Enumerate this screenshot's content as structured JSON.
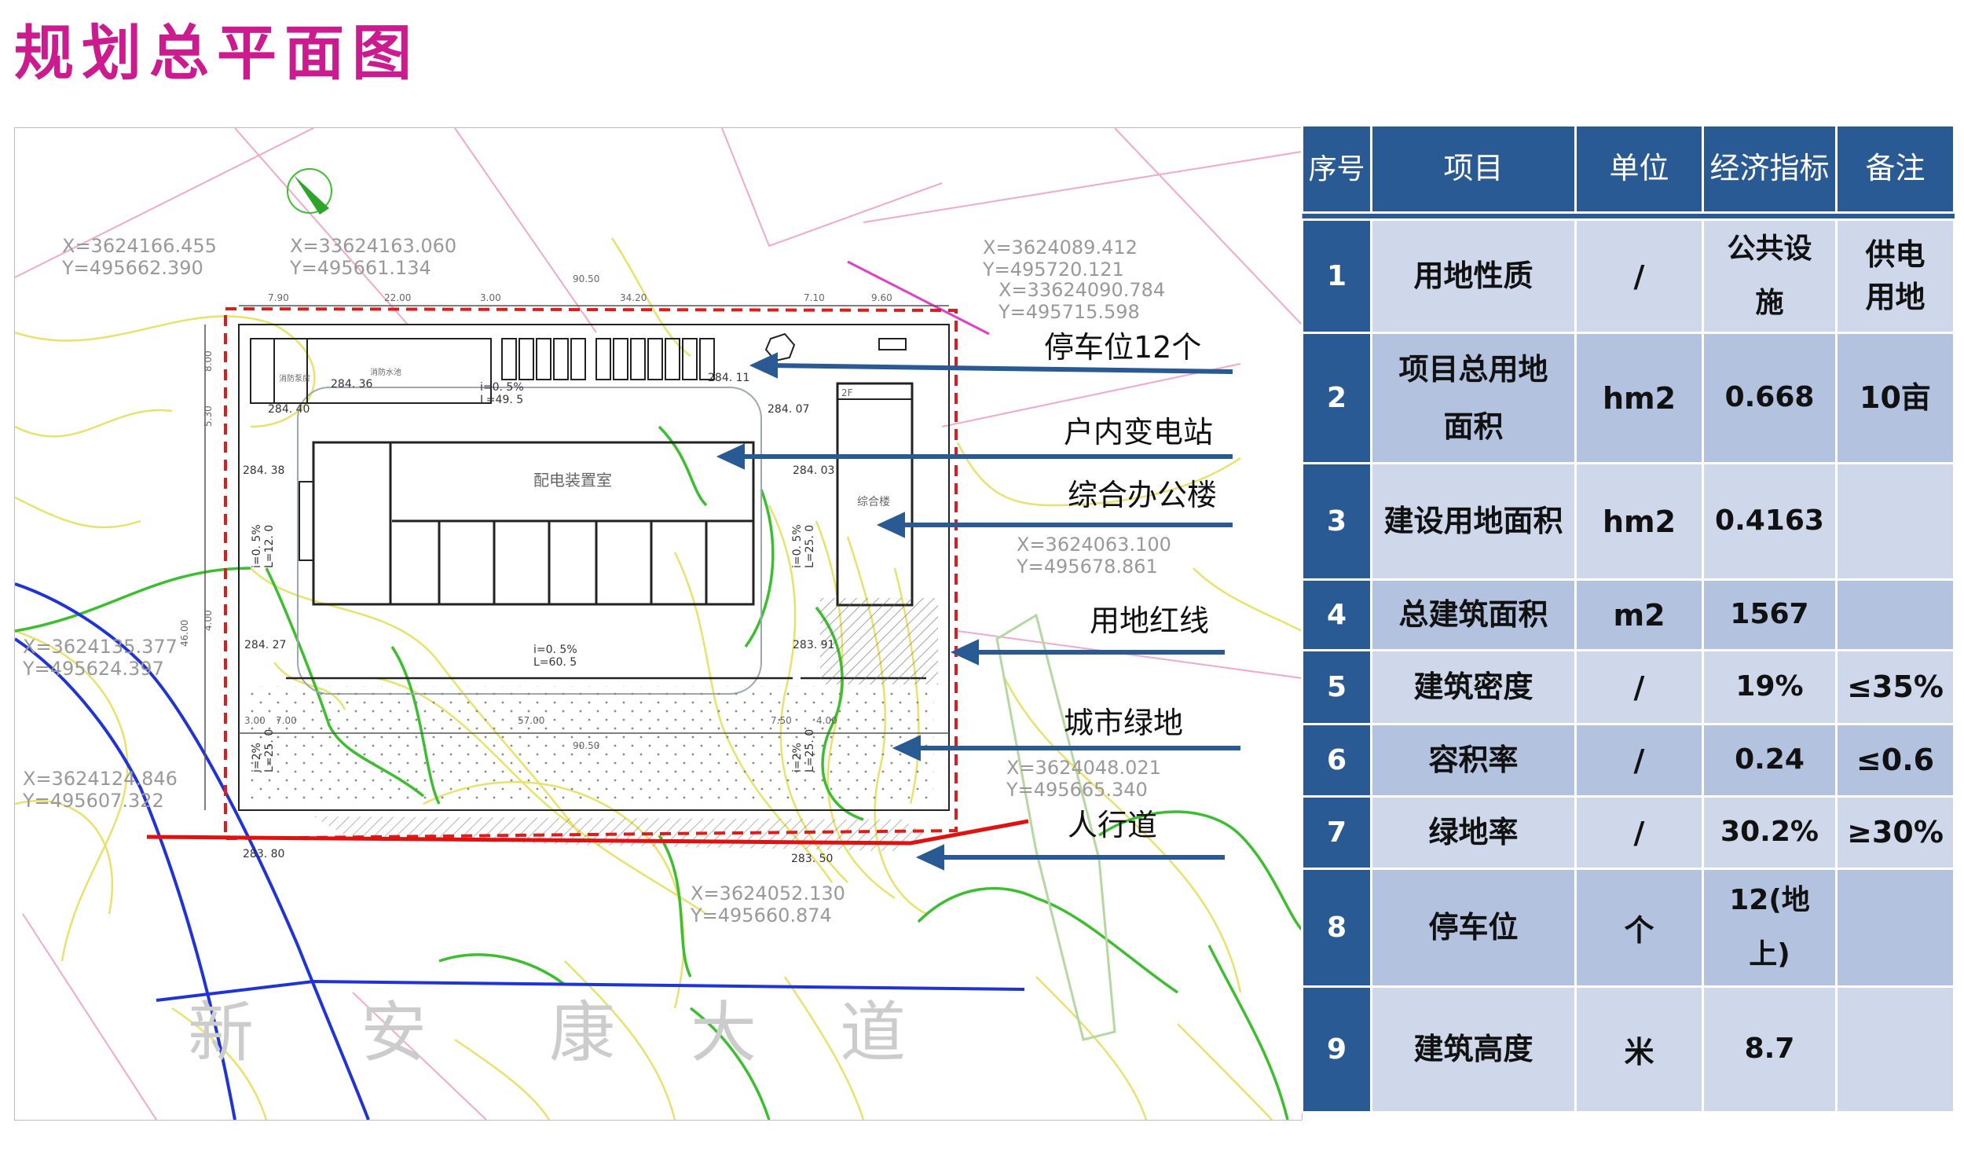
{
  "title": "规划总平面图",
  "table": {
    "headers": [
      "序号",
      "项目",
      "单位",
      "经济指标",
      "备注"
    ],
    "rows": [
      {
        "no": "1",
        "item": "用地性质",
        "unit": "/",
        "value": "公共设施",
        "note": "供电用地"
      },
      {
        "no": "2",
        "item": "项目总用地面积",
        "unit": "hm2",
        "value": "0.668",
        "note": "10亩"
      },
      {
        "no": "3",
        "item": "建设用地面积",
        "unit": "hm2",
        "value": "0.4163",
        "note": ""
      },
      {
        "no": "4",
        "item": "总建筑面积",
        "unit": "m2",
        "value": "1567",
        "note": ""
      },
      {
        "no": "5",
        "item": "建筑密度",
        "unit": "/",
        "value": "19%",
        "note": "≤35%"
      },
      {
        "no": "6",
        "item": "容积率",
        "unit": "/",
        "value": "0.24",
        "note": "≤0.6"
      },
      {
        "no": "7",
        "item": "绿地率",
        "unit": "/",
        "value": "30.2%",
        "note": "≥30%"
      },
      {
        "no": "8",
        "item": "停车位",
        "unit": "个",
        "value": "12(地上)",
        "note": ""
      },
      {
        "no": "9",
        "item": "建筑高度",
        "unit": "米",
        "value": "8.7",
        "note": ""
      }
    ]
  },
  "callouts": {
    "parking": "停车位12个",
    "substation": "户内变电站",
    "office": "综合办公楼",
    "redline": "用地红线",
    "green": "城市绿地",
    "sidewalk": "人行道"
  },
  "plan_labels": {
    "coords": [
      "X=3624166.455",
      "Y=495662.390",
      "X=33624163.060",
      "Y=495661.134",
      "X=3624089.412",
      "Y=495720.121",
      "X=33624090.784",
      "Y=495715.598",
      "X=3624063.100",
      "Y=495678.861",
      "X=3624135.377",
      "Y=495624.397",
      "X=3624124.846",
      "Y=495607.322",
      "X=3624048.021",
      "Y=495665.340",
      "X=3624052.130",
      "Y=495660.874"
    ],
    "elevations": [
      "284. 36",
      "284. 40",
      "284. 11",
      "284. 07",
      "284. 38",
      "284. 03",
      "284. 27",
      "283. 91",
      "283. 80",
      "283. 50"
    ],
    "slopes": [
      "i=0. 5%",
      "L=49. 5",
      "i=0. 5%",
      "L=12. 0",
      "i=0. 5%",
      "L=25. 0",
      "i=0. 5%",
      "L=60. 5",
      "i=2%",
      "L=25. 0",
      "i=2%",
      "L=25. 0"
    ],
    "rooms": [
      "配电装置室",
      "综合楼",
      "2F",
      "消防水池",
      "消防泵房"
    ],
    "dims": [
      "7.90",
      "22.00",
      "3.00",
      "34.20",
      "7.10",
      "9.60",
      "90.50",
      "90.50",
      "57.00",
      "7.00",
      "7.50",
      "4.00",
      "3.00",
      "46.00",
      "8.00",
      "5.30",
      "4.00"
    ],
    "road_chars": [
      "新",
      "安",
      "康",
      "大",
      "道"
    ]
  }
}
